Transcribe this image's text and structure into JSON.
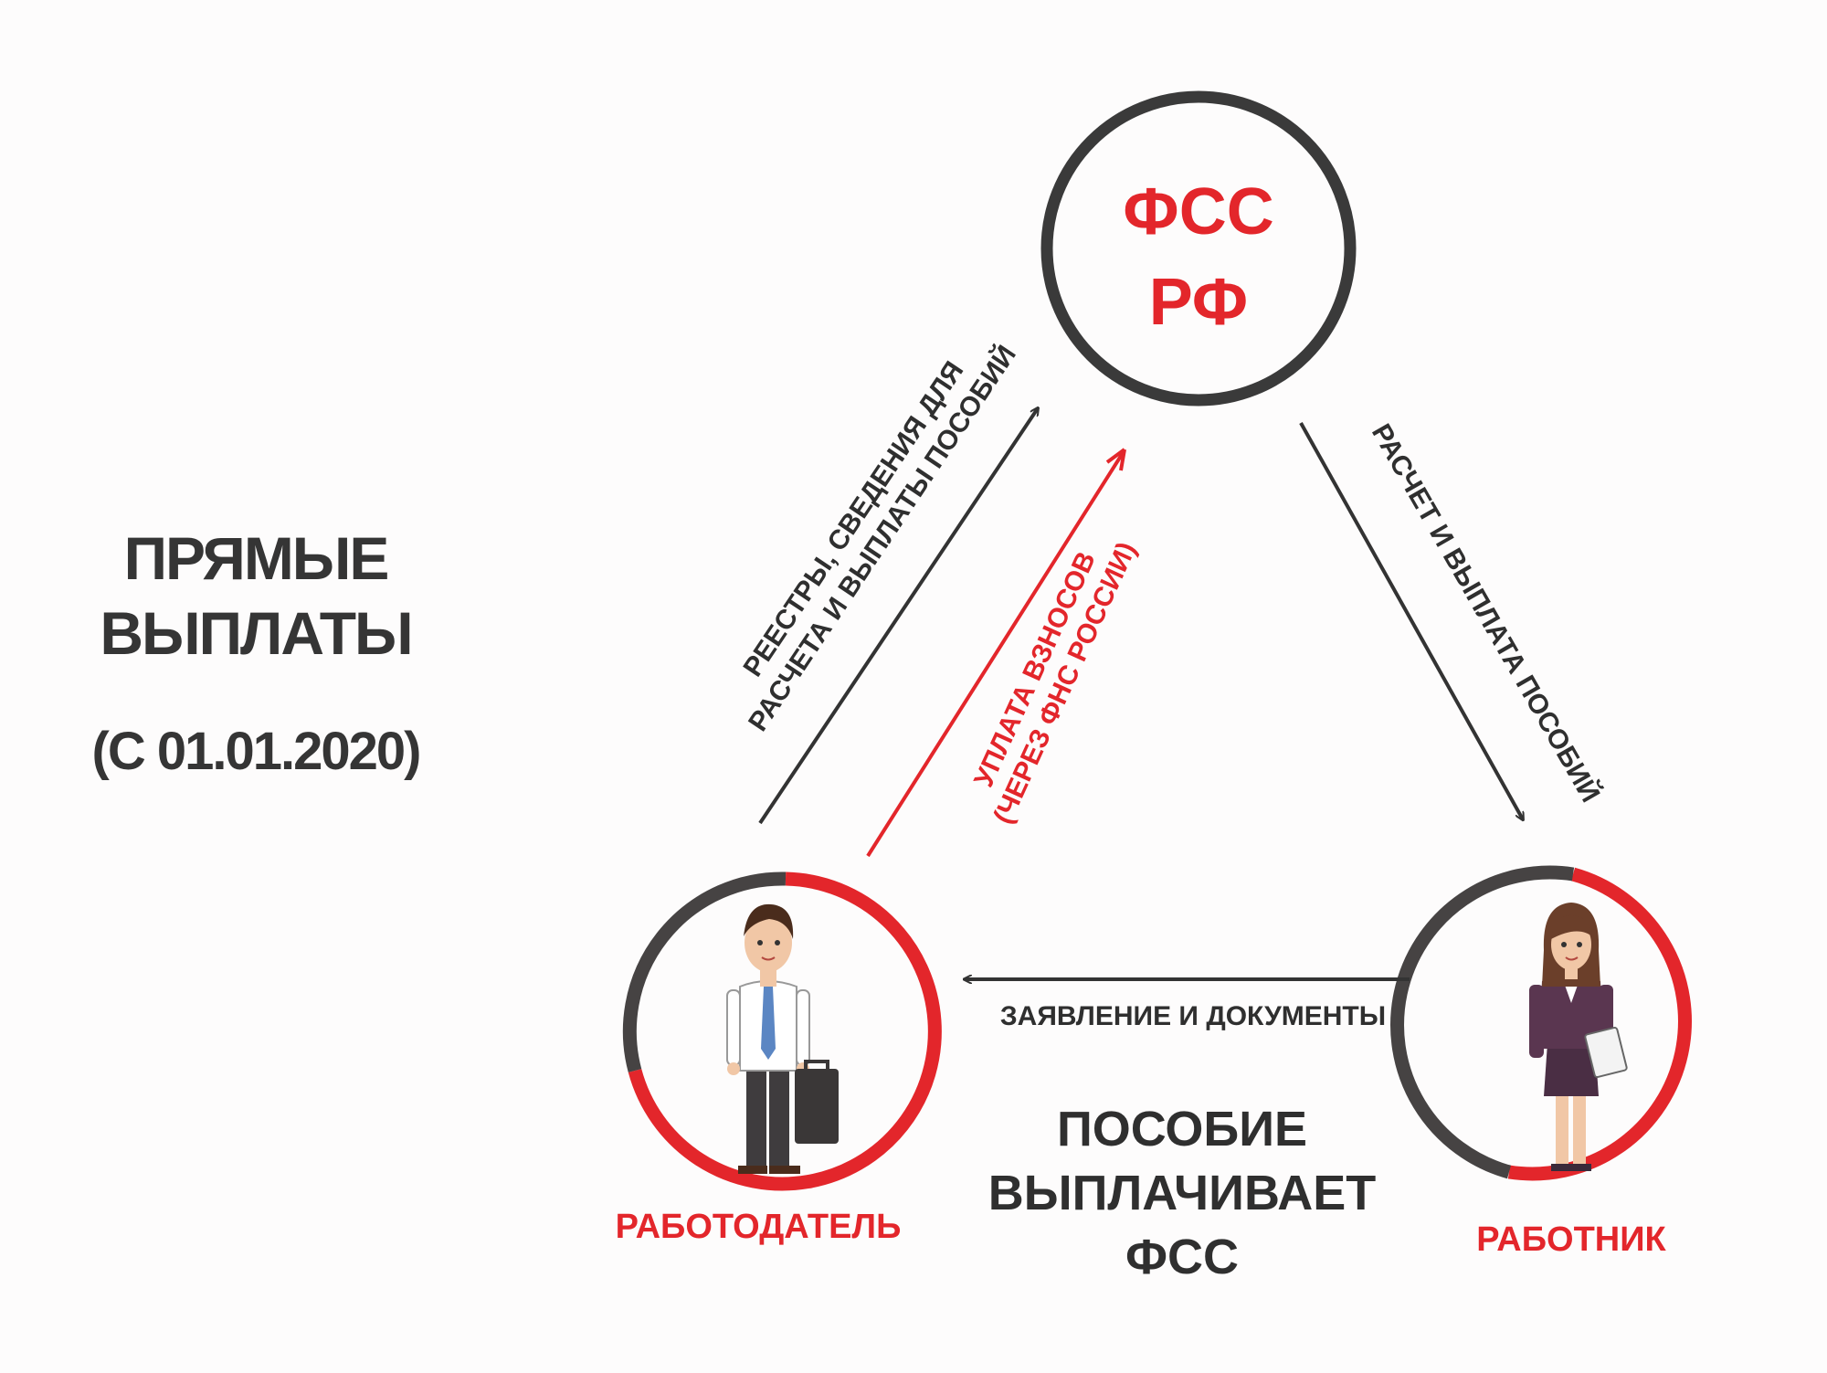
{
  "title": {
    "line1": "ПРЯМЫЕ",
    "line2": "ВЫПЛАТЫ",
    "date": "(С 01.01.2020)"
  },
  "nodes": {
    "fss": {
      "line1": "ФСС",
      "line2": "РФ"
    },
    "employer": {
      "label": "РАБОТОДАТЕЛЬ"
    },
    "employee": {
      "label": "РАБОТНИК"
    }
  },
  "edges": {
    "employer_to_fss_docs": {
      "line1": "РЕЕСТРЫ, СВЕДЕНИЯ ДЛЯ",
      "line2": "РАСЧЕТА И ВЫПЛАТЫ ПОСОБИЙ"
    },
    "employer_to_fss_payment": {
      "line1": "УПЛАТА ВЗНОСОВ",
      "line2": "(ЧЕРЕЗ ФНС РОССИИ)"
    },
    "fss_to_employee": {
      "line1": "РАСЧЕТ И ВЫПЛАТА ПОСОБИЙ"
    },
    "employee_to_employer": {
      "line1": "ЗАЯВЛЕНИЕ И ДОКУМЕНТЫ"
    }
  },
  "center_note": {
    "line1": "ПОСОБИЕ",
    "line2": "ВЫПЛАЧИВАЕТ",
    "line3": "ФСС"
  },
  "colors": {
    "red": "#e3262b",
    "dark": "#3a3a3a",
    "background": "#fdfcfc"
  },
  "icons": {
    "employer": "businessman-icon",
    "employee": "businesswoman-icon"
  }
}
